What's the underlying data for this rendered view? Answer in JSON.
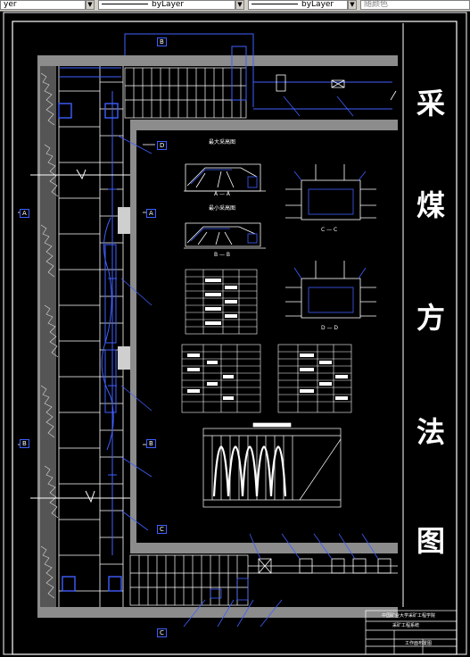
{
  "toolbar": {
    "layer_text": "yer",
    "linetype_text": "byLayer",
    "lineweight_text": "byLayer",
    "color_text": "随颜色"
  },
  "drawing": {
    "title_chars": [
      "采",
      "煤",
      "方",
      "法",
      "图"
    ],
    "section_labels": {
      "b_top": "B",
      "d_upper": "D",
      "a_left": "A",
      "a_mid": "A",
      "b_left": "B",
      "b_mid": "B",
      "c_mid": "C",
      "c_bottom": "C"
    },
    "detail_titles": {
      "max_height": "最大采高图",
      "min_height": "最小采高图",
      "section_aa": "A — A",
      "section_bb": "B — B",
      "section_cc": "C — C",
      "section_dd": "D — D"
    },
    "title_block": {
      "school": "中国矿业大学采矿工程学院",
      "project": "采矿工程系统",
      "drawing_name": "工作面布置图"
    },
    "colors": {
      "background": "#000000",
      "outline": "#ffffff",
      "leader": "#3f5fff",
      "roadway": "#8c8c8c"
    }
  }
}
